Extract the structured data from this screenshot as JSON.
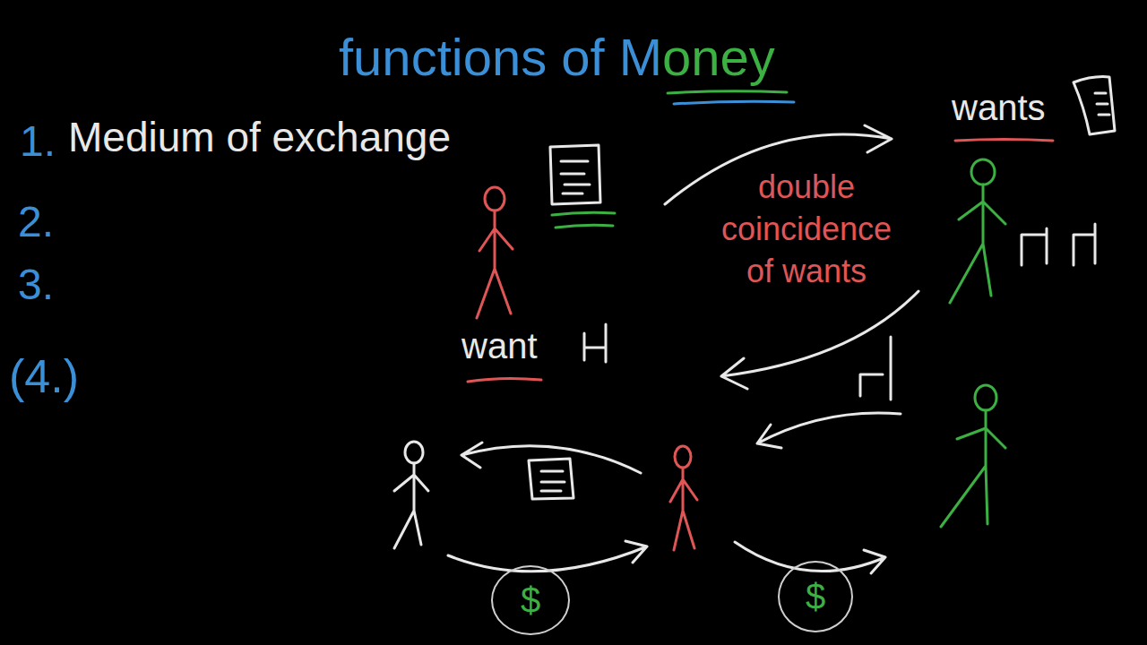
{
  "diagram": {
    "title": "functions of Money",
    "nodes": [
      {
        "text": [
          "$"
        ]
      },
      {
        "text": [
          "$"
        ]
      }
    ],
    "labels": [
      "1.",
      "Medium of exchange",
      "2.",
      "3.",
      "(4.)",
      "wants",
      "double coincidence of wants",
      "want"
    ]
  }
}
